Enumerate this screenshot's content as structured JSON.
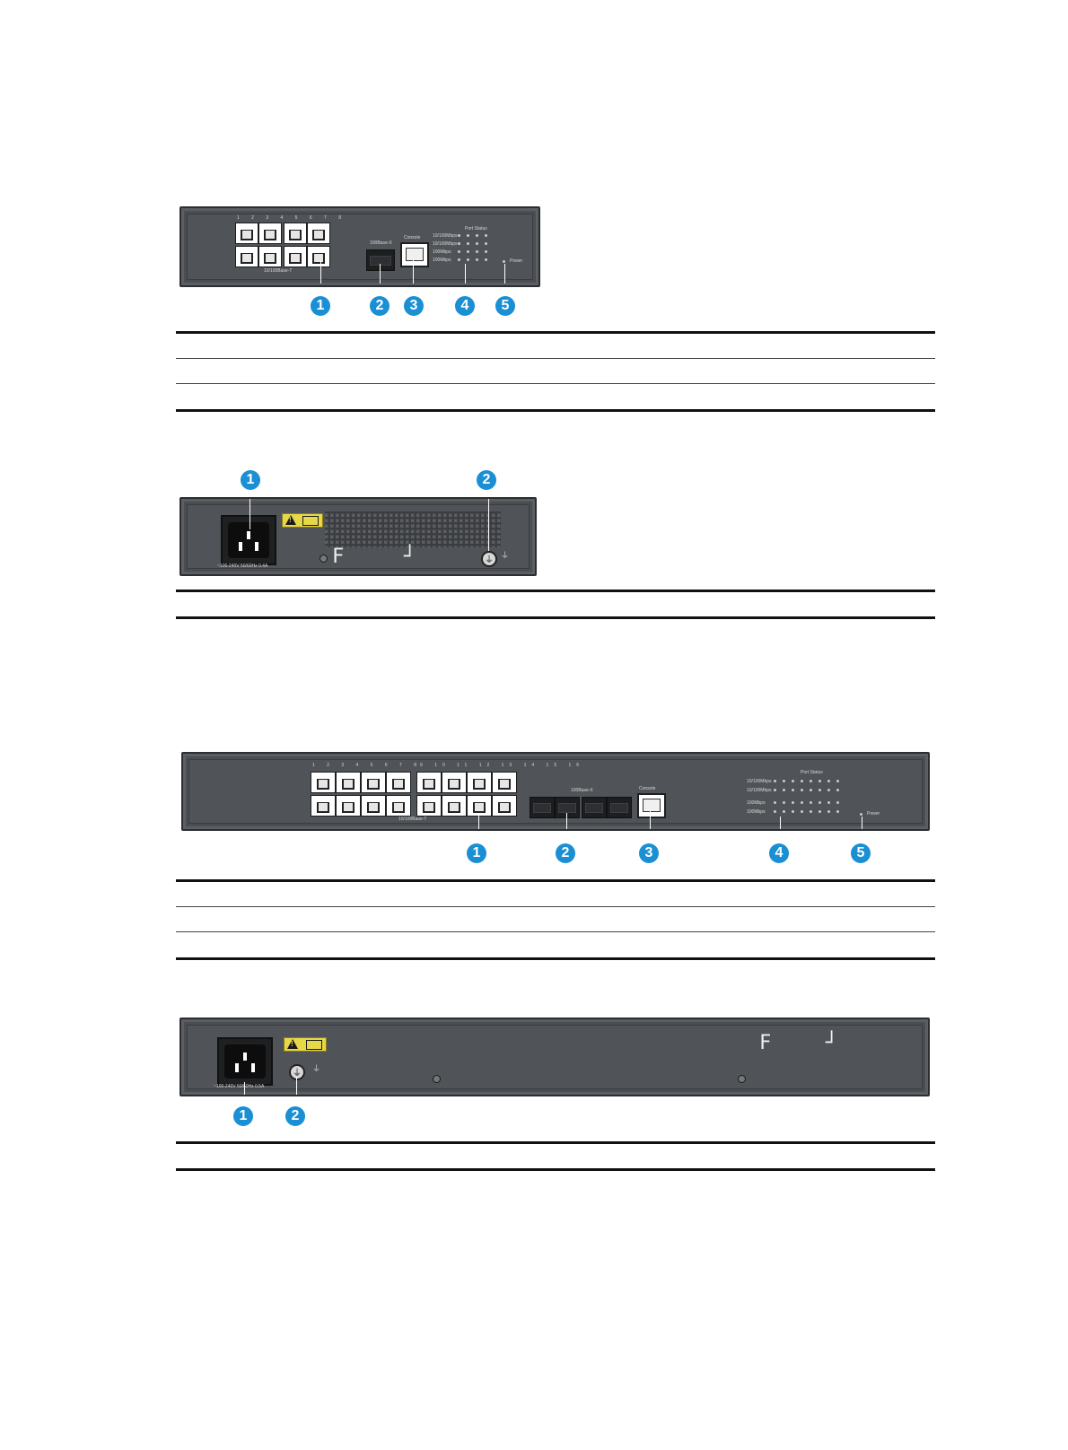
{
  "figures": [
    {
      "id": "fig1-front",
      "callouts": [
        "1",
        "2",
        "3",
        "4",
        "5"
      ],
      "panel_labels": {
        "ports_caption": "10/100Base-T",
        "sfp_label": "100Base-X",
        "console_label": "Console",
        "led_group": "Port Status",
        "power_label": "Power",
        "led_row_1": "10/100Mbps",
        "led_row_2": "10/100Mbps",
        "led_row_3": "100Mbps",
        "led_row_4": "100Mbps"
      }
    },
    {
      "id": "fig2-rear",
      "callouts": [
        "1",
        "2"
      ],
      "panel_labels": {
        "power_rating": "~100-240V 50/60Hz 0.4A"
      }
    },
    {
      "id": "fig3-front",
      "callouts": [
        "1",
        "2",
        "3",
        "4",
        "5"
      ],
      "panel_labels": {
        "ports_caption": "10/100Base-T",
        "sfp_label": "100Base-X",
        "console_label": "Console",
        "led_group": "Port Status",
        "power_label": "Power",
        "led_row_1": "10/100Mbps",
        "led_row_2": "10/100Mbps",
        "led_row_3": "100Mbps",
        "led_row_4": "100Mbps"
      }
    },
    {
      "id": "fig4-rear",
      "callouts": [
        "1",
        "2"
      ],
      "panel_labels": {
        "power_rating": "~100-240V 50/60Hz 0.5A"
      }
    }
  ],
  "colors": {
    "panel": "#4a4d51",
    "callout_badge": "#1a8fd4",
    "warning_label": "#e7d84a"
  }
}
